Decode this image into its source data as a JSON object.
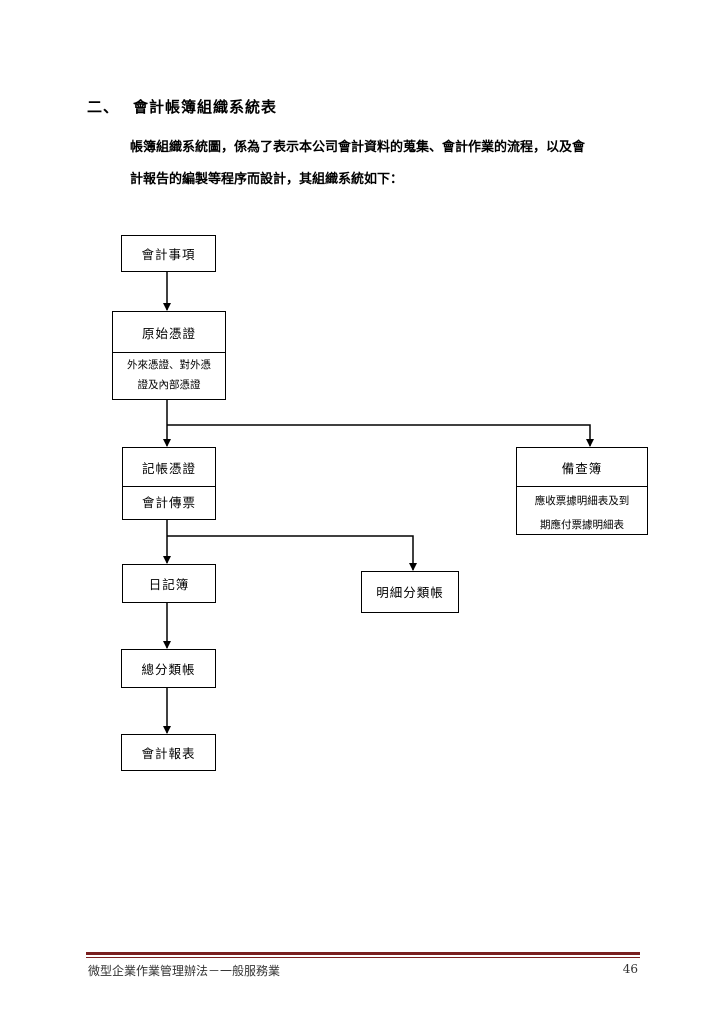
{
  "section": {
    "number": "二、",
    "title": "會計帳簿組織系統表"
  },
  "intro": {
    "line1": "帳簿組織系統圖，係為了表示本公司會計資料的蒐集、會計作業的流程，以及會",
    "line2": "計報告的編製等程序而設計，其組織系統如下："
  },
  "flowchart": {
    "accounting_items": "會計事項",
    "original_voucher": {
      "title": "原始憑證",
      "sub_line1": "外來憑證、對外憑",
      "sub_line2": "證及內部憑證"
    },
    "bookkeeping_voucher": {
      "title": "記帳憑證",
      "sub": "會計傳票"
    },
    "memo_book": {
      "title": "備查簿",
      "sub_line1": "應收票據明細表及到",
      "sub_line2": "期應付票據明細表"
    },
    "journal": "日記簿",
    "subsidiary_ledger": "明細分類帳",
    "general_ledger": "總分類帳",
    "financial_reports": "會計報表"
  },
  "footer": {
    "left": "微型企業作業管理辦法－一般服務業",
    "page": "46"
  },
  "colors": {
    "footer_rule": "#7a1f1f"
  }
}
